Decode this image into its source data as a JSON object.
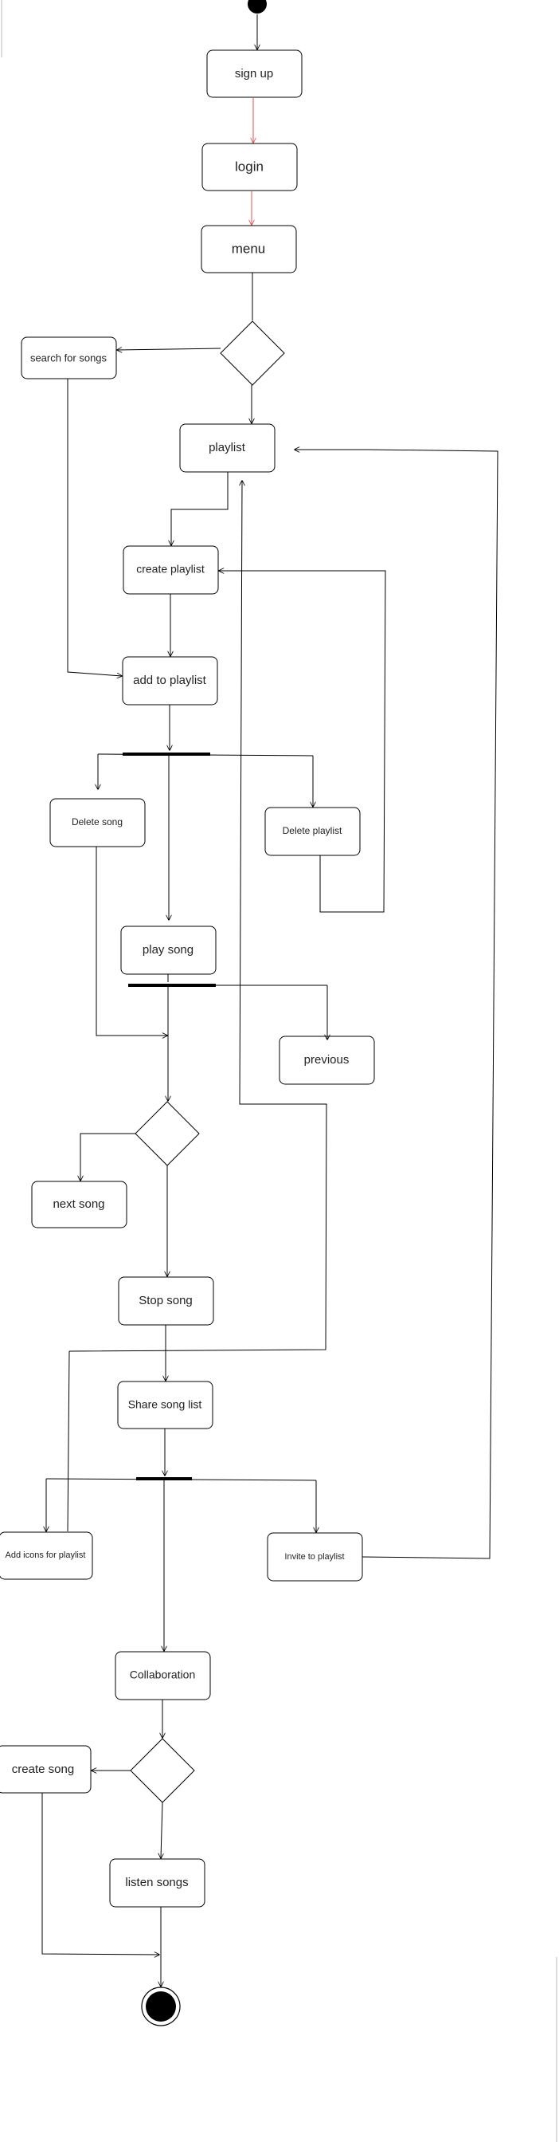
{
  "diagram": {
    "type": "uml-activity",
    "nodes": {
      "sign_up": "sign up",
      "login": "login",
      "menu": "menu",
      "search_for_songs": "search for songs",
      "playlist": "playlist",
      "create_playlist": "create playlist",
      "add_to_playlist": "add to playlist",
      "delete_song": "Delete song",
      "delete_playlist": "Delete playlist",
      "play_song": "play song",
      "previous": "previous",
      "next_song": "next song",
      "stop_song": "Stop song",
      "share_song_list": "Share song list",
      "add_icons_for_playlist": "Add icons for playlist",
      "invite_to_playlist": "Invite to playlist",
      "collaboration": "Collaboration",
      "create_song": "create song",
      "listen_songs": "listen songs"
    },
    "colors": {
      "line": "#000000",
      "highlight_arrow": "#d9534f",
      "node_fill": "#ffffff"
    }
  }
}
